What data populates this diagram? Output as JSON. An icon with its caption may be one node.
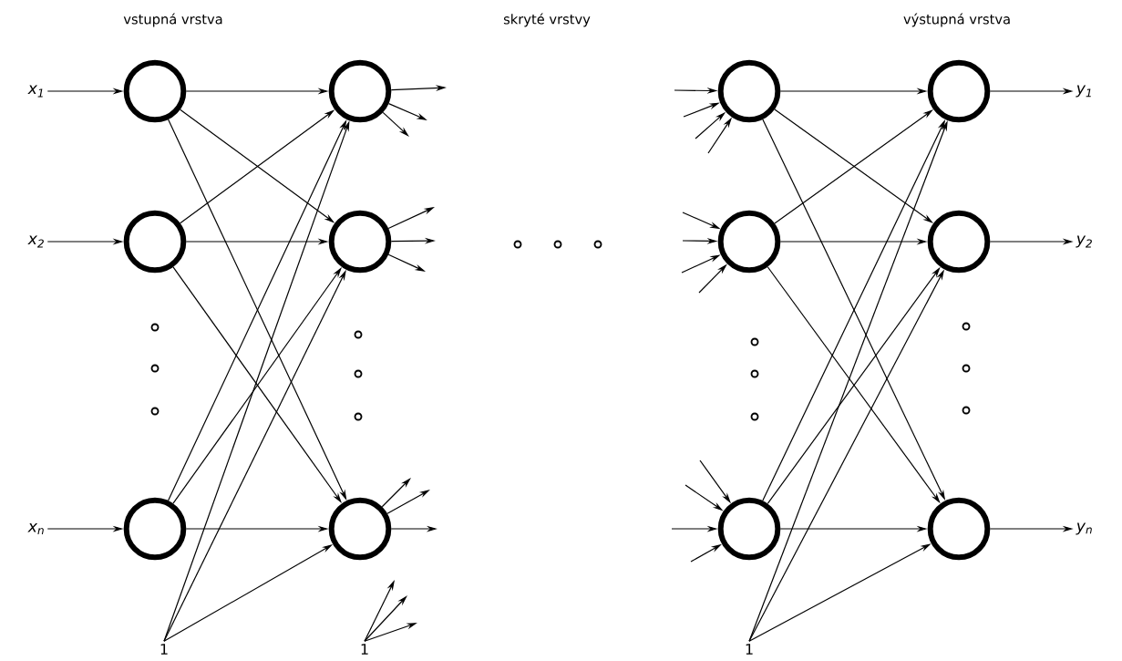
{
  "diagram": {
    "nodes": [
      {
        "text": [
          "x$_{1}$"
        ]
      },
      {
        "text": [],
        "shape": "circle"
      },
      {
        "text": [],
        "shape": "circle"
      },
      {
        "text": [],
        "shape": "circle"
      },
      {
        "text": [],
        "shape": "circle"
      },
      {
        "text": [
          "y$_{1}$"
        ]
      },
      {
        "text": [
          "x$_{2}$"
        ]
      },
      {
        "text": [],
        "shape": "circle"
      },
      {
        "text": [],
        "shape": "circle"
      },
      {
        "text": [],
        "shape": "circle"
      },
      {
        "text": [],
        "shape": "circle"
      },
      {
        "text": [
          "y$_{2}$"
        ]
      },
      {
        "text": [
          "x$_{n}$"
        ]
      },
      {
        "text": [],
        "shape": "circle"
      },
      {
        "text": [],
        "shape": "circle"
      },
      {
        "text": [],
        "shape": "circle"
      },
      {
        "text": [],
        "shape": "circle"
      },
      {
        "text": [
          "y$_{n}$"
        ]
      },
      {
        "text": [
          "1"
        ]
      },
      {
        "text": [
          "1"
        ]
      },
      {
        "text": [
          "1"
        ]
      }
    ],
    "edges": [
      {
        "from": 0,
        "to": 1,
        "arrow": "to"
      },
      {
        "from": 6,
        "to": 7,
        "arrow": "to"
      },
      {
        "from": 12,
        "to": 13,
        "arrow": "to"
      },
      {
        "from": 1,
        "to": 2,
        "arrow": "to"
      },
      {
        "from": 1,
        "to": 8,
        "arrow": "to"
      },
      {
        "from": 1,
        "to": 14,
        "arrow": "to"
      },
      {
        "from": 7,
        "to": 2,
        "arrow": "to"
      },
      {
        "from": 7,
        "to": 8,
        "arrow": "to"
      },
      {
        "from": 7,
        "to": 14,
        "arrow": "to"
      },
      {
        "from": 13,
        "to": 2,
        "arrow": "to"
      },
      {
        "from": 13,
        "to": 8,
        "arrow": "to"
      },
      {
        "from": 13,
        "to": 14,
        "arrow": "to"
      },
      {
        "from": 18,
        "to": 2,
        "arrow": "to"
      },
      {
        "from": 18,
        "to": 8,
        "arrow": "to"
      },
      {
        "from": 18,
        "to": 14,
        "arrow": "to"
      },
      {
        "from": 2,
        "to": null,
        "arrow": "to"
      },
      {
        "from": 2,
        "to": null,
        "arrow": "to"
      },
      {
        "from": 2,
        "to": null,
        "arrow": "to"
      },
      {
        "from": 8,
        "to": null,
        "arrow": "to"
      },
      {
        "from": 8,
        "to": null,
        "arrow": "to"
      },
      {
        "from": 8,
        "to": null,
        "arrow": "to"
      },
      {
        "from": 14,
        "to": null,
        "arrow": "to"
      },
      {
        "from": 14,
        "to": null,
        "arrow": "to"
      },
      {
        "from": 14,
        "to": null,
        "arrow": "to"
      },
      {
        "from": 19,
        "to": null,
        "arrow": "to"
      },
      {
        "from": 19,
        "to": null,
        "arrow": "to"
      },
      {
        "from": 19,
        "to": null,
        "arrow": "to"
      },
      {
        "from": null,
        "to": 3,
        "arrow": "to"
      },
      {
        "from": null,
        "to": 3,
        "arrow": "to"
      },
      {
        "from": null,
        "to": 3,
        "arrow": "to"
      },
      {
        "from": null,
        "to": 3,
        "arrow": "to"
      },
      {
        "from": null,
        "to": 9,
        "arrow": "to"
      },
      {
        "from": null,
        "to": 9,
        "arrow": "to"
      },
      {
        "from": null,
        "to": 9,
        "arrow": "to"
      },
      {
        "from": null,
        "to": 9,
        "arrow": "to"
      },
      {
        "from": null,
        "to": 15,
        "arrow": "to"
      },
      {
        "from": null,
        "to": 15,
        "arrow": "to"
      },
      {
        "from": null,
        "to": 15,
        "arrow": "to"
      },
      {
        "from": null,
        "to": 15,
        "arrow": "to"
      },
      {
        "from": 3,
        "to": 4,
        "arrow": "to"
      },
      {
        "from": 3,
        "to": 10,
        "arrow": "to"
      },
      {
        "from": 3,
        "to": 16,
        "arrow": "to"
      },
      {
        "from": 9,
        "to": 4,
        "arrow": "to"
      },
      {
        "from": 9,
        "to": 10,
        "arrow": "to"
      },
      {
        "from": 9,
        "to": 16,
        "arrow": "to"
      },
      {
        "from": 15,
        "to": 4,
        "arrow": "to"
      },
      {
        "from": 15,
        "to": 10,
        "arrow": "to"
      },
      {
        "from": 15,
        "to": 16,
        "arrow": "to"
      },
      {
        "from": 20,
        "to": 4,
        "arrow": "to"
      },
      {
        "from": 20,
        "to": 10,
        "arrow": "to"
      },
      {
        "from": 20,
        "to": 16,
        "arrow": "to"
      },
      {
        "from": 4,
        "to": 5,
        "arrow": "to"
      },
      {
        "from": 10,
        "to": 11,
        "arrow": "to"
      },
      {
        "from": 16,
        "to": 17,
        "arrow": "to"
      }
    ],
    "labels": [
      "vstupná vrstva",
      "skryté vrstvy",
      "výstupná vrstva"
    ]
  }
}
